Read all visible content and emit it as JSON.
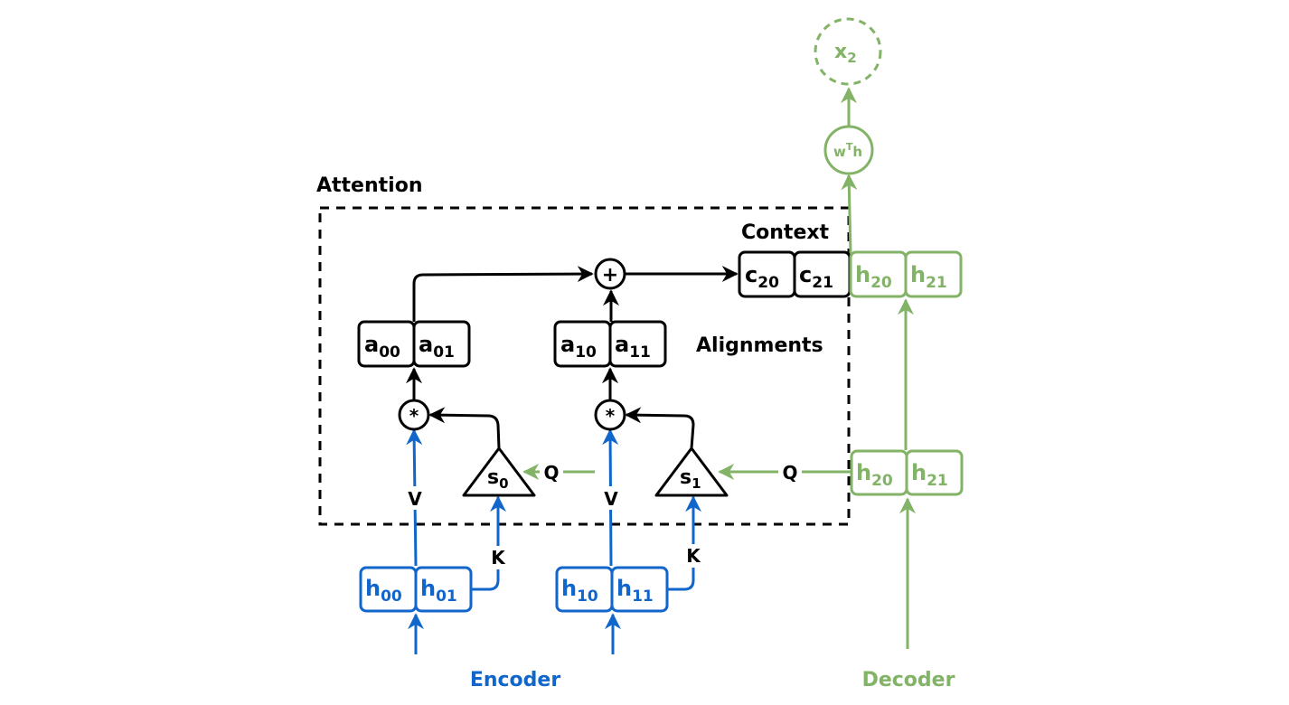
{
  "colors": {
    "black": "#000000",
    "blue": "#1166cc",
    "green": "#82b366"
  },
  "labels": {
    "attention": "Attention",
    "context": "Context",
    "alignments": "Alignments",
    "encoder": "Encoder",
    "decoder": "Decoder",
    "v": "V",
    "k": "K",
    "q": "Q",
    "plus": "+",
    "mult": "*"
  },
  "encoder_states": [
    {
      "base": "h",
      "sub_a": "00",
      "sub_b": "01"
    },
    {
      "base": "h",
      "sub_a": "10",
      "sub_b": "11"
    }
  ],
  "alignments": [
    {
      "base": "a",
      "sub_a": "00",
      "sub_b": "01"
    },
    {
      "base": "a",
      "sub_a": "10",
      "sub_b": "11"
    }
  ],
  "scores": [
    {
      "base": "s",
      "sub": "0"
    },
    {
      "base": "s",
      "sub": "1"
    }
  ],
  "context": {
    "base": "c",
    "sub_a": "20",
    "sub_b": "21"
  },
  "decoder_states": {
    "lower": {
      "base": "h",
      "sub_a": "20",
      "sub_b": "21"
    },
    "upper": {
      "base": "h",
      "sub_a": "20",
      "sub_b": "21"
    }
  },
  "output_layer": {
    "w": "w",
    "t": "T",
    "h": "h"
  },
  "output": {
    "base": "x",
    "sub": "2"
  }
}
